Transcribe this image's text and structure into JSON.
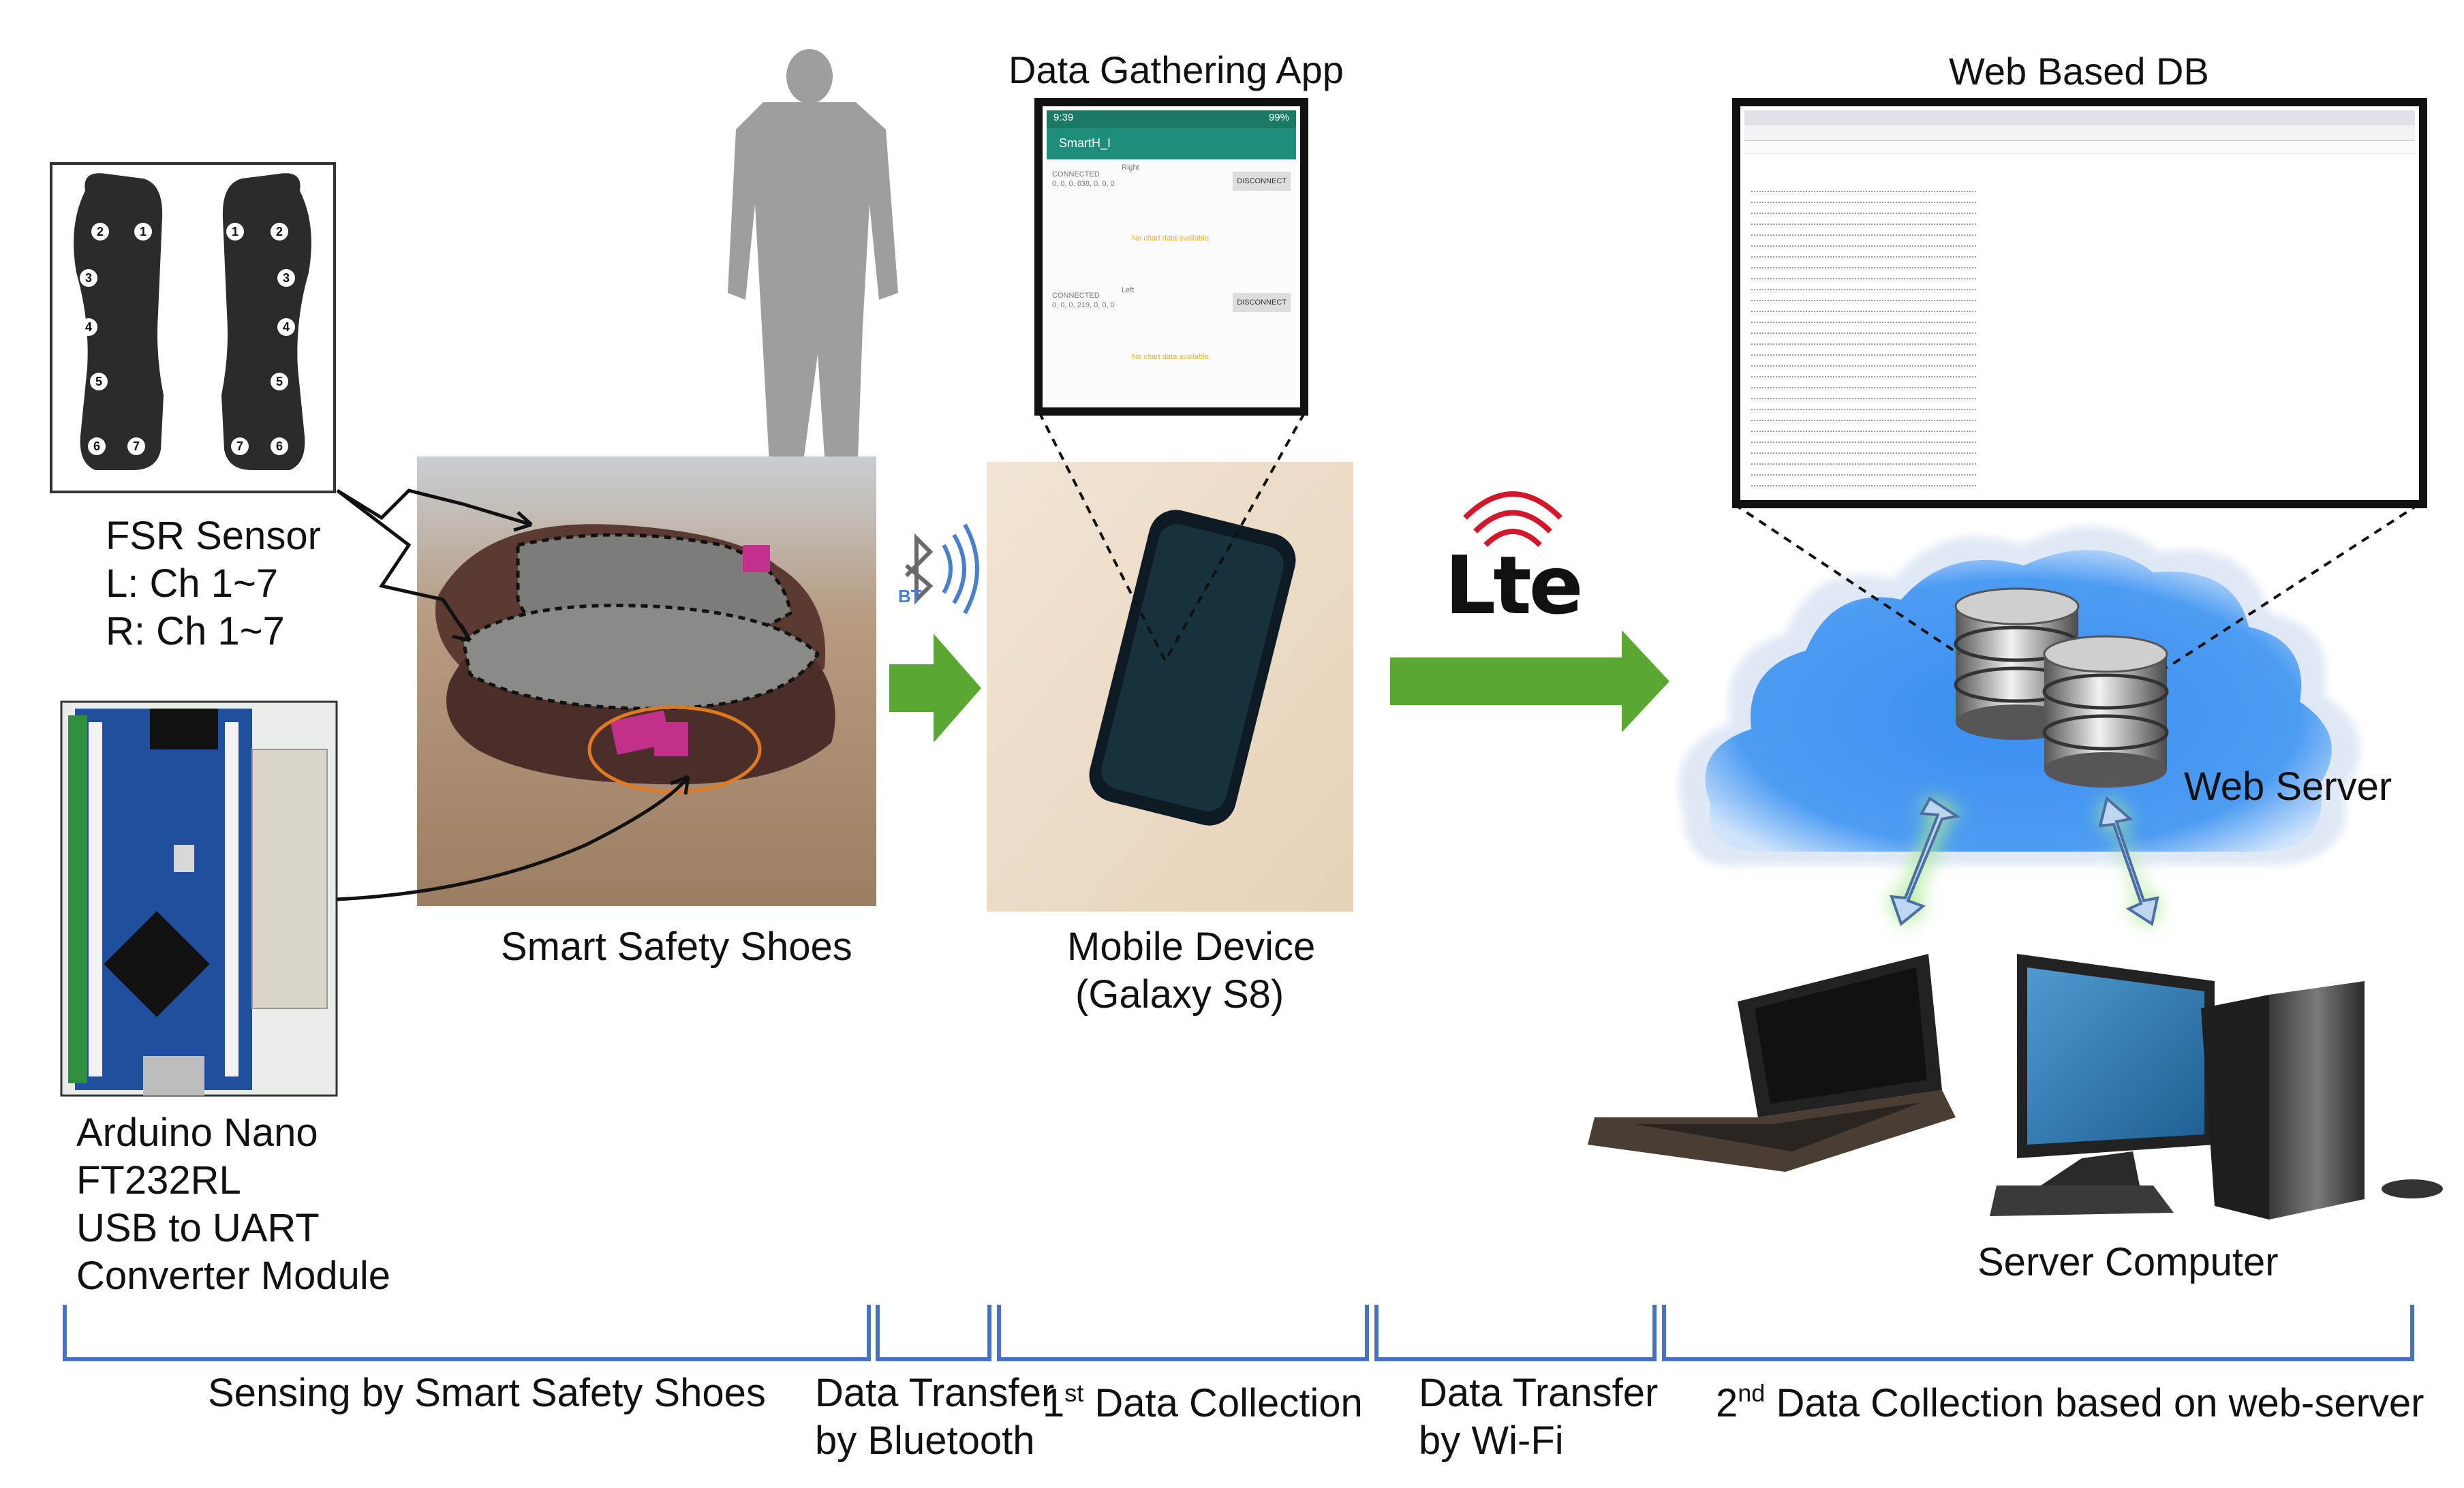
{
  "labels": {
    "fsr_sensor": [
      "FSR Sensor",
      "L: Ch 1~7",
      "R: Ch 1~7"
    ],
    "arduino": [
      "Arduino Nano",
      "FT232RL",
      "USB to UART",
      "Converter Module"
    ],
    "smart_shoes": "Smart Safety Shoes",
    "mobile_device": [
      "Mobile Device",
      "(Galaxy S8)"
    ],
    "data_gathering_app": "Data Gathering App",
    "web_based_db": "Web Based DB",
    "web_server": "Web Server",
    "server_computer": "Server Computer",
    "lte_logo": "Lte",
    "bt_label": "BT"
  },
  "app_screen": {
    "status_time": "9:39",
    "battery": "99%",
    "app_title": "SmartH_I",
    "right": {
      "side": "Right",
      "status": "CONNECTED",
      "values": "0, 0, 0, 638, 0, 0, 0",
      "button": "DISCONNECT",
      "empty": "No chart data available."
    },
    "left": {
      "side": "Left",
      "status": "CONNECTED",
      "values": "0, 0, 0, 219, 0, 0, 0",
      "button": "DISCONNECT",
      "empty": "No chart data available."
    }
  },
  "insole_numbers": {
    "left": [
      "2",
      "1",
      "3",
      "4",
      "5",
      "6",
      "7"
    ],
    "right": [
      "1",
      "2",
      "3",
      "4",
      "5",
      "7",
      "6"
    ]
  },
  "stages": [
    {
      "text": [
        "Sensing by Smart Safety Shoes"
      ]
    },
    {
      "text": [
        "Data Transfer",
        "by Bluetooth"
      ]
    },
    {
      "ordinal": "1",
      "sup": "st",
      "text": [
        "Data Collection"
      ]
    },
    {
      "text": [
        "Data Transfer",
        "by Wi-Fi"
      ]
    },
    {
      "ordinal": "2",
      "sup": "nd",
      "text": [
        "Data Collection based on web-server"
      ]
    }
  ],
  "colors": {
    "arrow_green": "#5aa832",
    "cloud_blue": "#3b8ef0",
    "bracket_blue": "#4a72c4",
    "glow_green": "#a8e890",
    "teal": "#1e8e7a"
  }
}
